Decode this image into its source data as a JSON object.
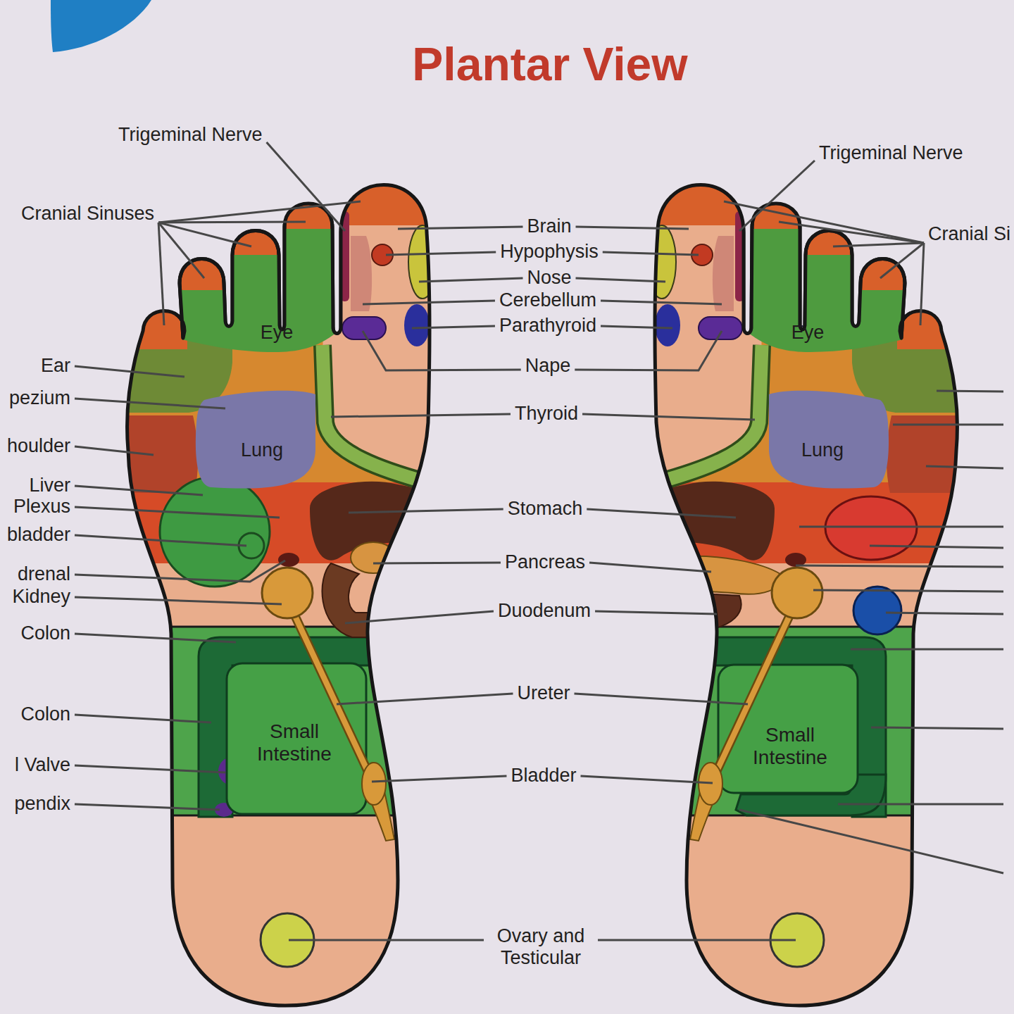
{
  "diagram": {
    "title": "Plantar View",
    "nodes": [
      {
        "text": [
          "Eye"
        ]
      },
      {
        "text": [
          "Eye"
        ]
      },
      {
        "text": [
          "Lung"
        ]
      },
      {
        "text": [
          "Lung"
        ]
      },
      {
        "text": [
          "Small Intestine"
        ]
      },
      {
        "text": [
          "Small Intestine"
        ]
      }
    ],
    "labels": [
      "Trigeminal Nerve",
      "Trigeminal Nerve",
      "Cranial Sinuses",
      "Brain",
      "Cranial Si",
      "Hypophysis",
      "Nose",
      "Cerebellum",
      "Parathyroid",
      "Ear",
      "Nape",
      "pezium",
      "Thyroid",
      "houlder",
      "Liver",
      "Plexus",
      "Stomach",
      "bladder",
      "Pancreas",
      "drenal",
      "Kidney",
      "Duodenum",
      "Colon",
      "Ureter",
      "Colon",
      "l Valve",
      "Bladder",
      "pendix",
      "Ovary and Testicular"
    ]
  }
}
